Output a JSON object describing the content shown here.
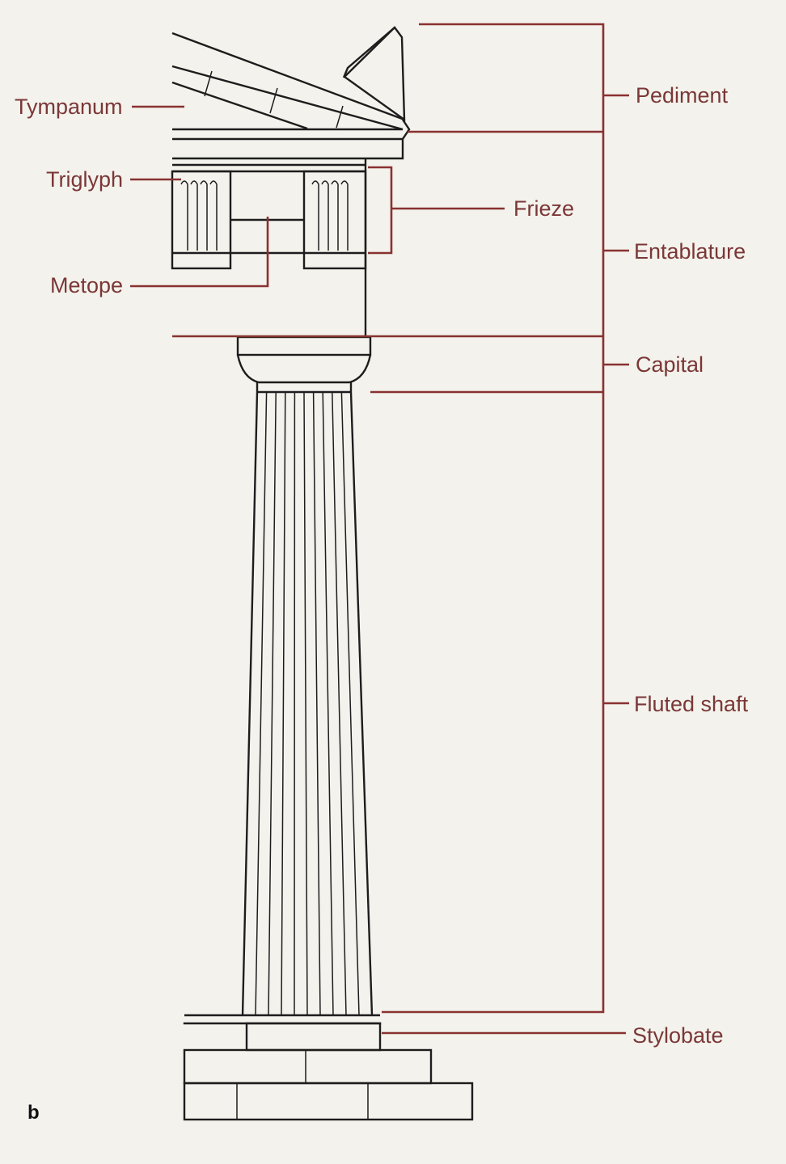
{
  "figure_letter": "b",
  "labels": {
    "tympanum": "Tympanum",
    "triglyph": "Triglyph",
    "metope": "Metope",
    "frieze": "Frieze",
    "pediment": "Pediment",
    "entablature": "Entablature",
    "capital": "Capital",
    "fluted_shaft": "Fluted shaft",
    "stylobate": "Stylobate"
  },
  "colors": {
    "label": "#7b3737",
    "leader": "#8a3131",
    "drawing": "#1d1d1d",
    "paper": "#f3f2ec"
  }
}
